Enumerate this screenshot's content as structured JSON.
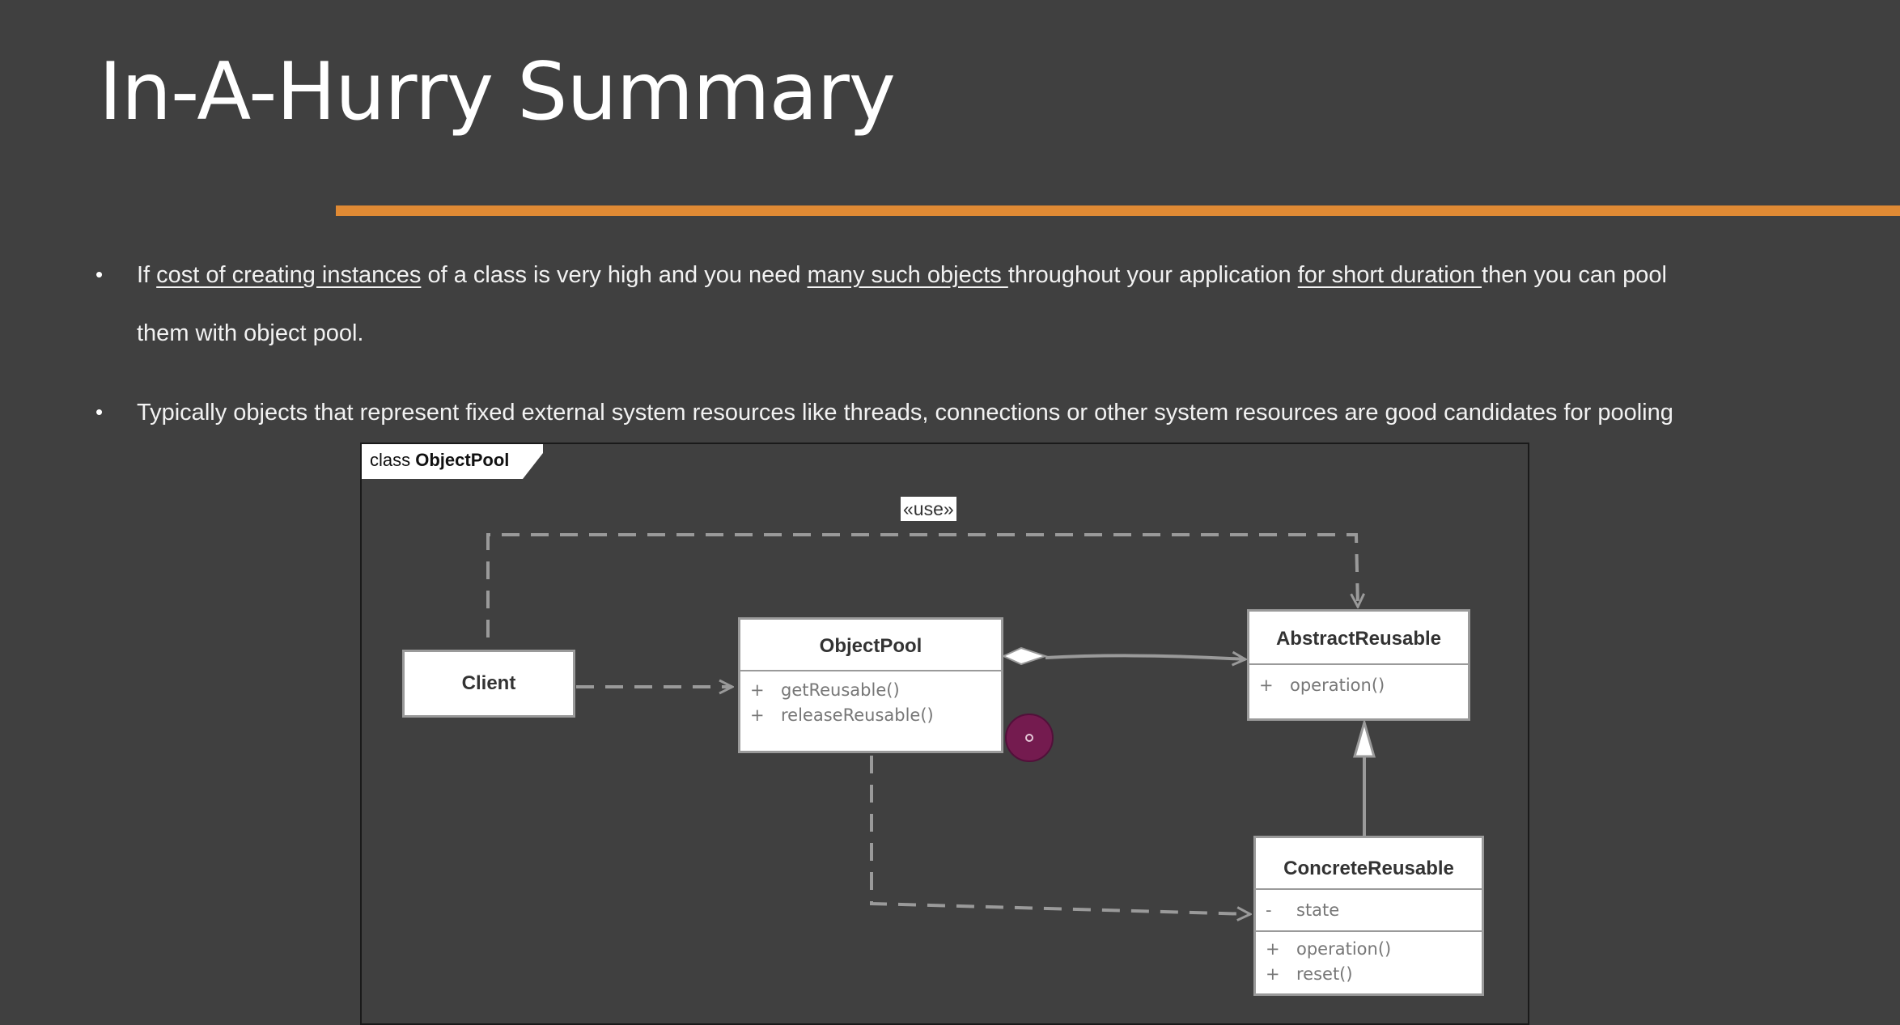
{
  "slide": {
    "title": "In-A-Hurry Summary",
    "accent_color": "#E08A34",
    "background_color": "#404040"
  },
  "bullets": [
    {
      "segments": [
        {
          "text": "If ",
          "underline": false
        },
        {
          "text": "cost of creating instances",
          "underline": true
        },
        {
          "text": " of a class is very high and you need ",
          "underline": false
        },
        {
          "text": "many such objects ",
          "underline": true
        },
        {
          "text": "throughout your application ",
          "underline": false
        },
        {
          "text": "for short duration ",
          "underline": true
        },
        {
          "text": "then you can pool",
          "underline": false
        }
      ],
      "continuation": "them with object pool."
    },
    {
      "segments": [
        {
          "text": "Typically objects that represent fixed external system resources like threads, connections or other system resources are good candidates for pooling",
          "underline": false
        }
      ]
    }
  ],
  "diagram": {
    "frame_prefix": "class",
    "frame_name": "ObjectPool",
    "stereotype": "«use»",
    "classes": {
      "client": {
        "name": "Client",
        "members": []
      },
      "object_pool": {
        "name": "ObjectPool",
        "members": [
          {
            "visibility": "+",
            "text": "getReusable()"
          },
          {
            "visibility": "+",
            "text": "releaseReusable()"
          }
        ]
      },
      "abstract_reusable": {
        "name": "AbstractReusable",
        "members": [
          {
            "visibility": "+",
            "text": "operation()"
          }
        ]
      },
      "concrete_reusable": {
        "name": "ConcreteReusable",
        "attributes": [
          {
            "visibility": "-",
            "text": "state"
          }
        ],
        "members": [
          {
            "visibility": "+",
            "text": "operation()"
          },
          {
            "visibility": "+",
            "text": "reset()"
          }
        ]
      }
    },
    "relationships": [
      {
        "type": "dependency",
        "from": "Client",
        "to": "ObjectPool"
      },
      {
        "type": "dependency",
        "from": "Client",
        "to": "AbstractReusable",
        "label": "«use»"
      },
      {
        "type": "aggregation",
        "from": "ObjectPool",
        "to": "AbstractReusable"
      },
      {
        "type": "dependency",
        "from": "ObjectPool",
        "to": "ConcreteReusable"
      },
      {
        "type": "generalization",
        "from": "ConcreteReusable",
        "to": "AbstractReusable"
      }
    ],
    "line_color": "#9a9a9a"
  },
  "cursor_marker_color": "#741b4f"
}
